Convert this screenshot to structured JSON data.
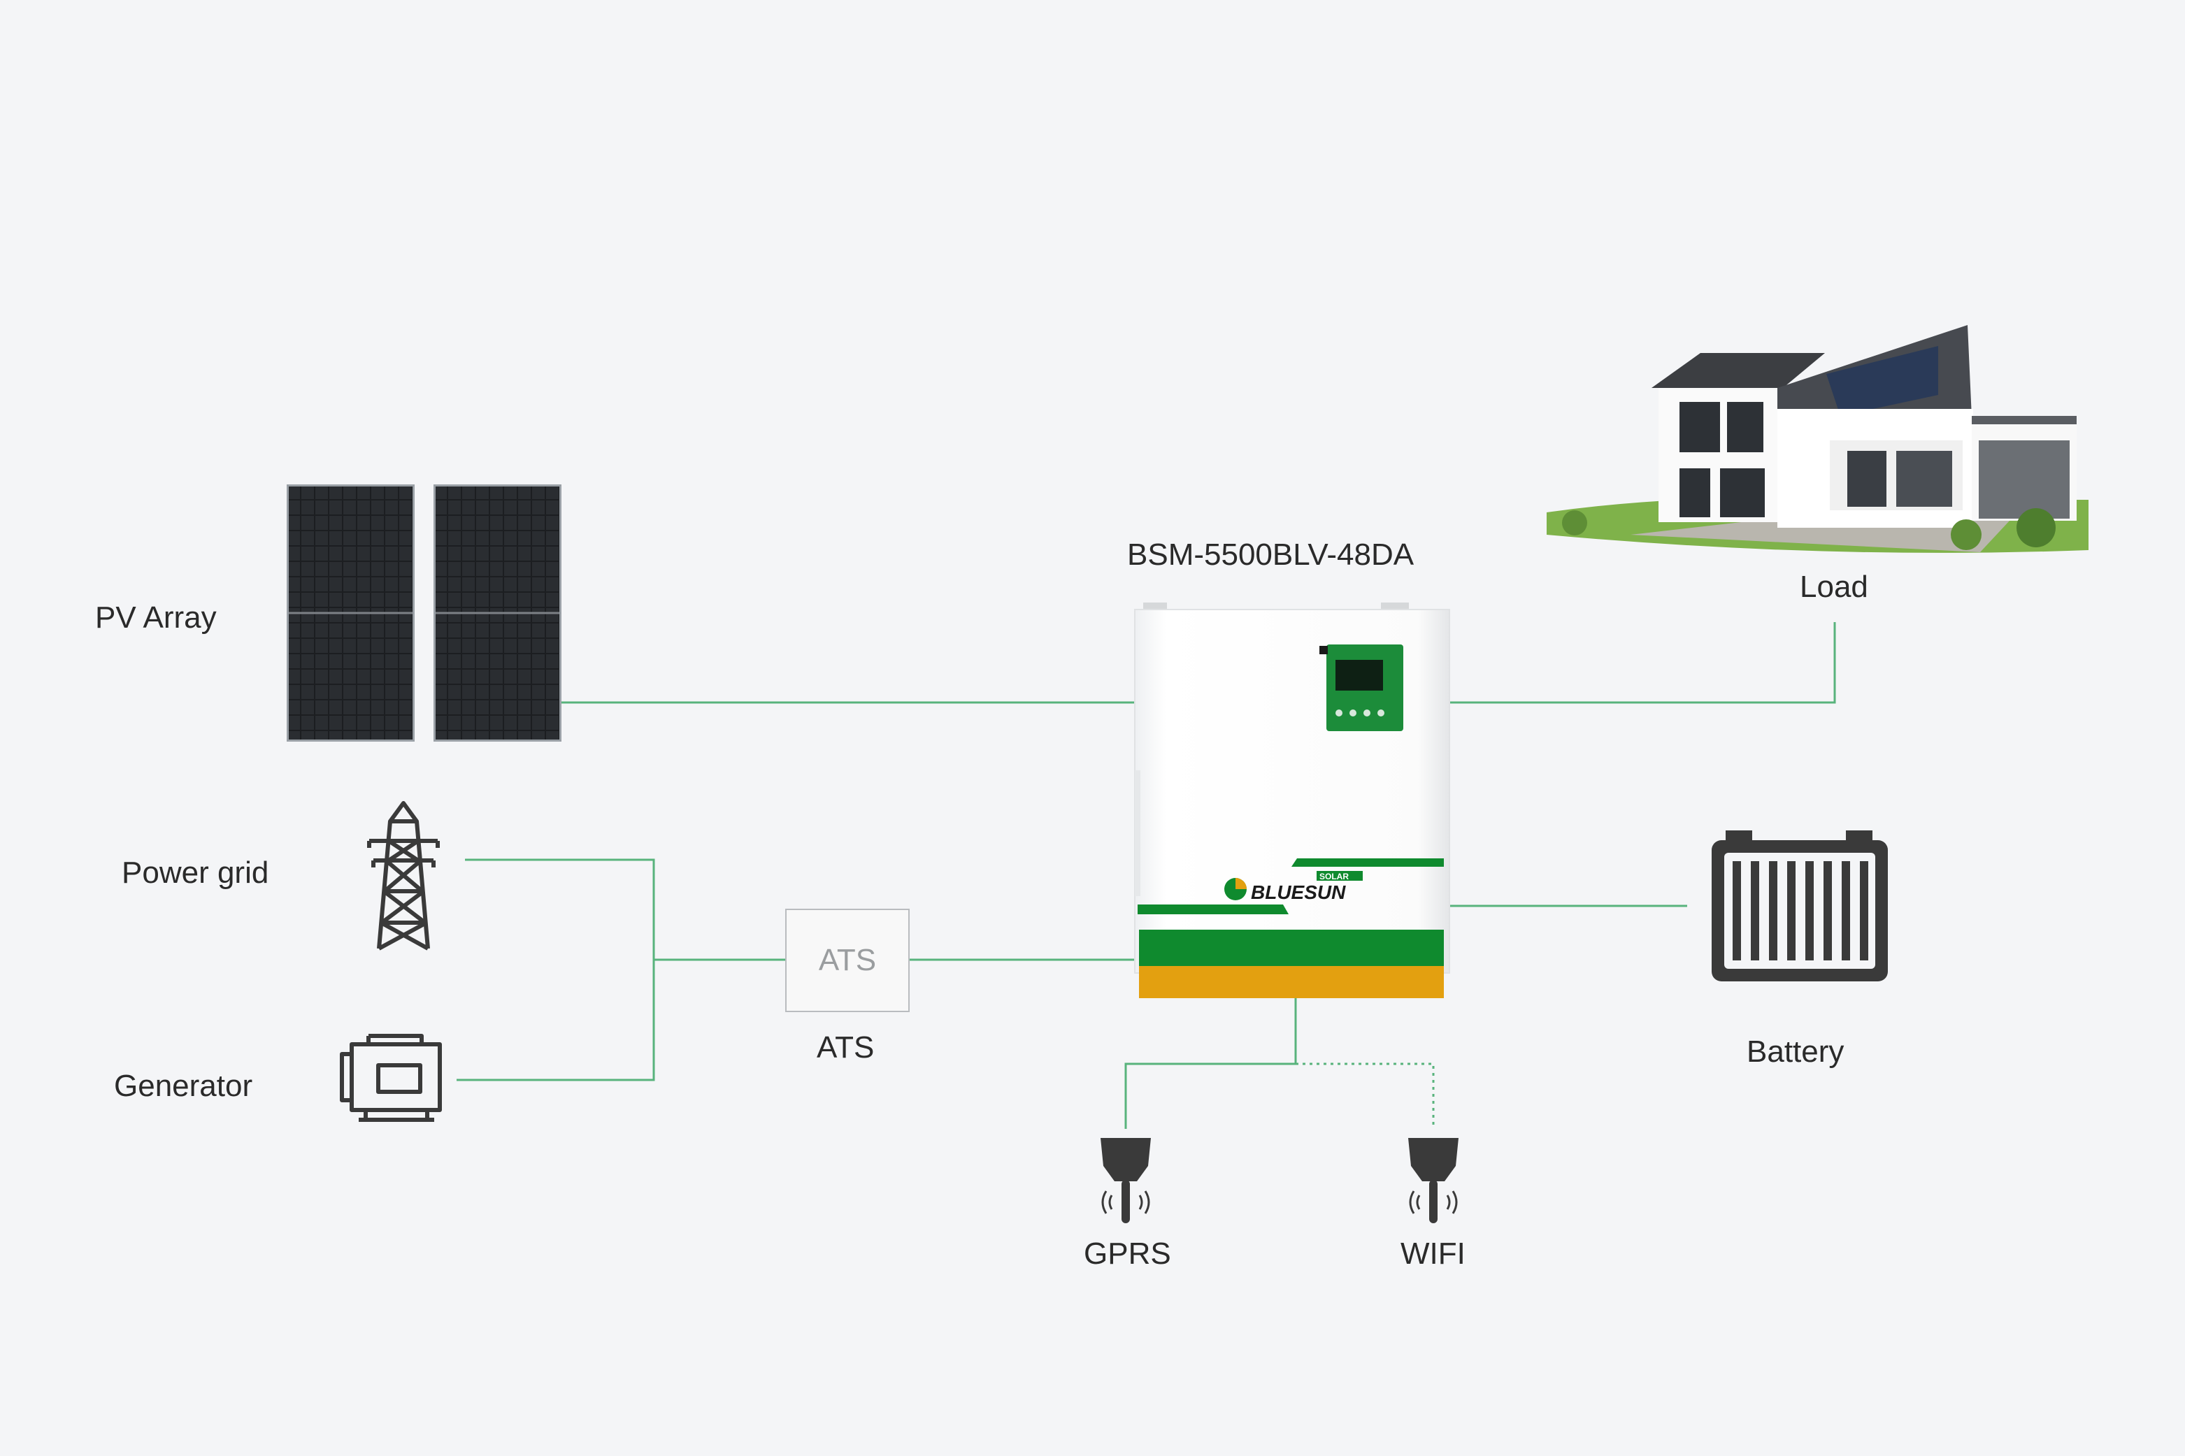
{
  "colors": {
    "wire": "#58b37c",
    "brand_green": "#0f8a2e",
    "brand_orange": "#e3a010",
    "icon_dark": "#3a3a3a",
    "panel_dark": "#1e2023"
  },
  "labels": {
    "pv_array": "PV Array",
    "power_grid": "Power grid",
    "generator": "Generator",
    "ats_box": "ATS",
    "ats_caption": "ATS",
    "inverter_model": "BSM-5500BLV-48DA",
    "load": "Load",
    "battery": "Battery",
    "gprs": "GPRS",
    "wifi": "WIFI"
  },
  "inverter": {
    "brand": "BLUESUN",
    "brand_sub": "SOLAR",
    "screen_title": "Hybrid Solar Inverter"
  },
  "icons": {
    "pv": "solar-panel-icon",
    "grid": "transmission-tower-icon",
    "generator": "generator-icon",
    "battery": "battery-icon",
    "gprs": "gprs-dongle-icon",
    "wifi": "wifi-dongle-icon",
    "load": "house-icon"
  }
}
